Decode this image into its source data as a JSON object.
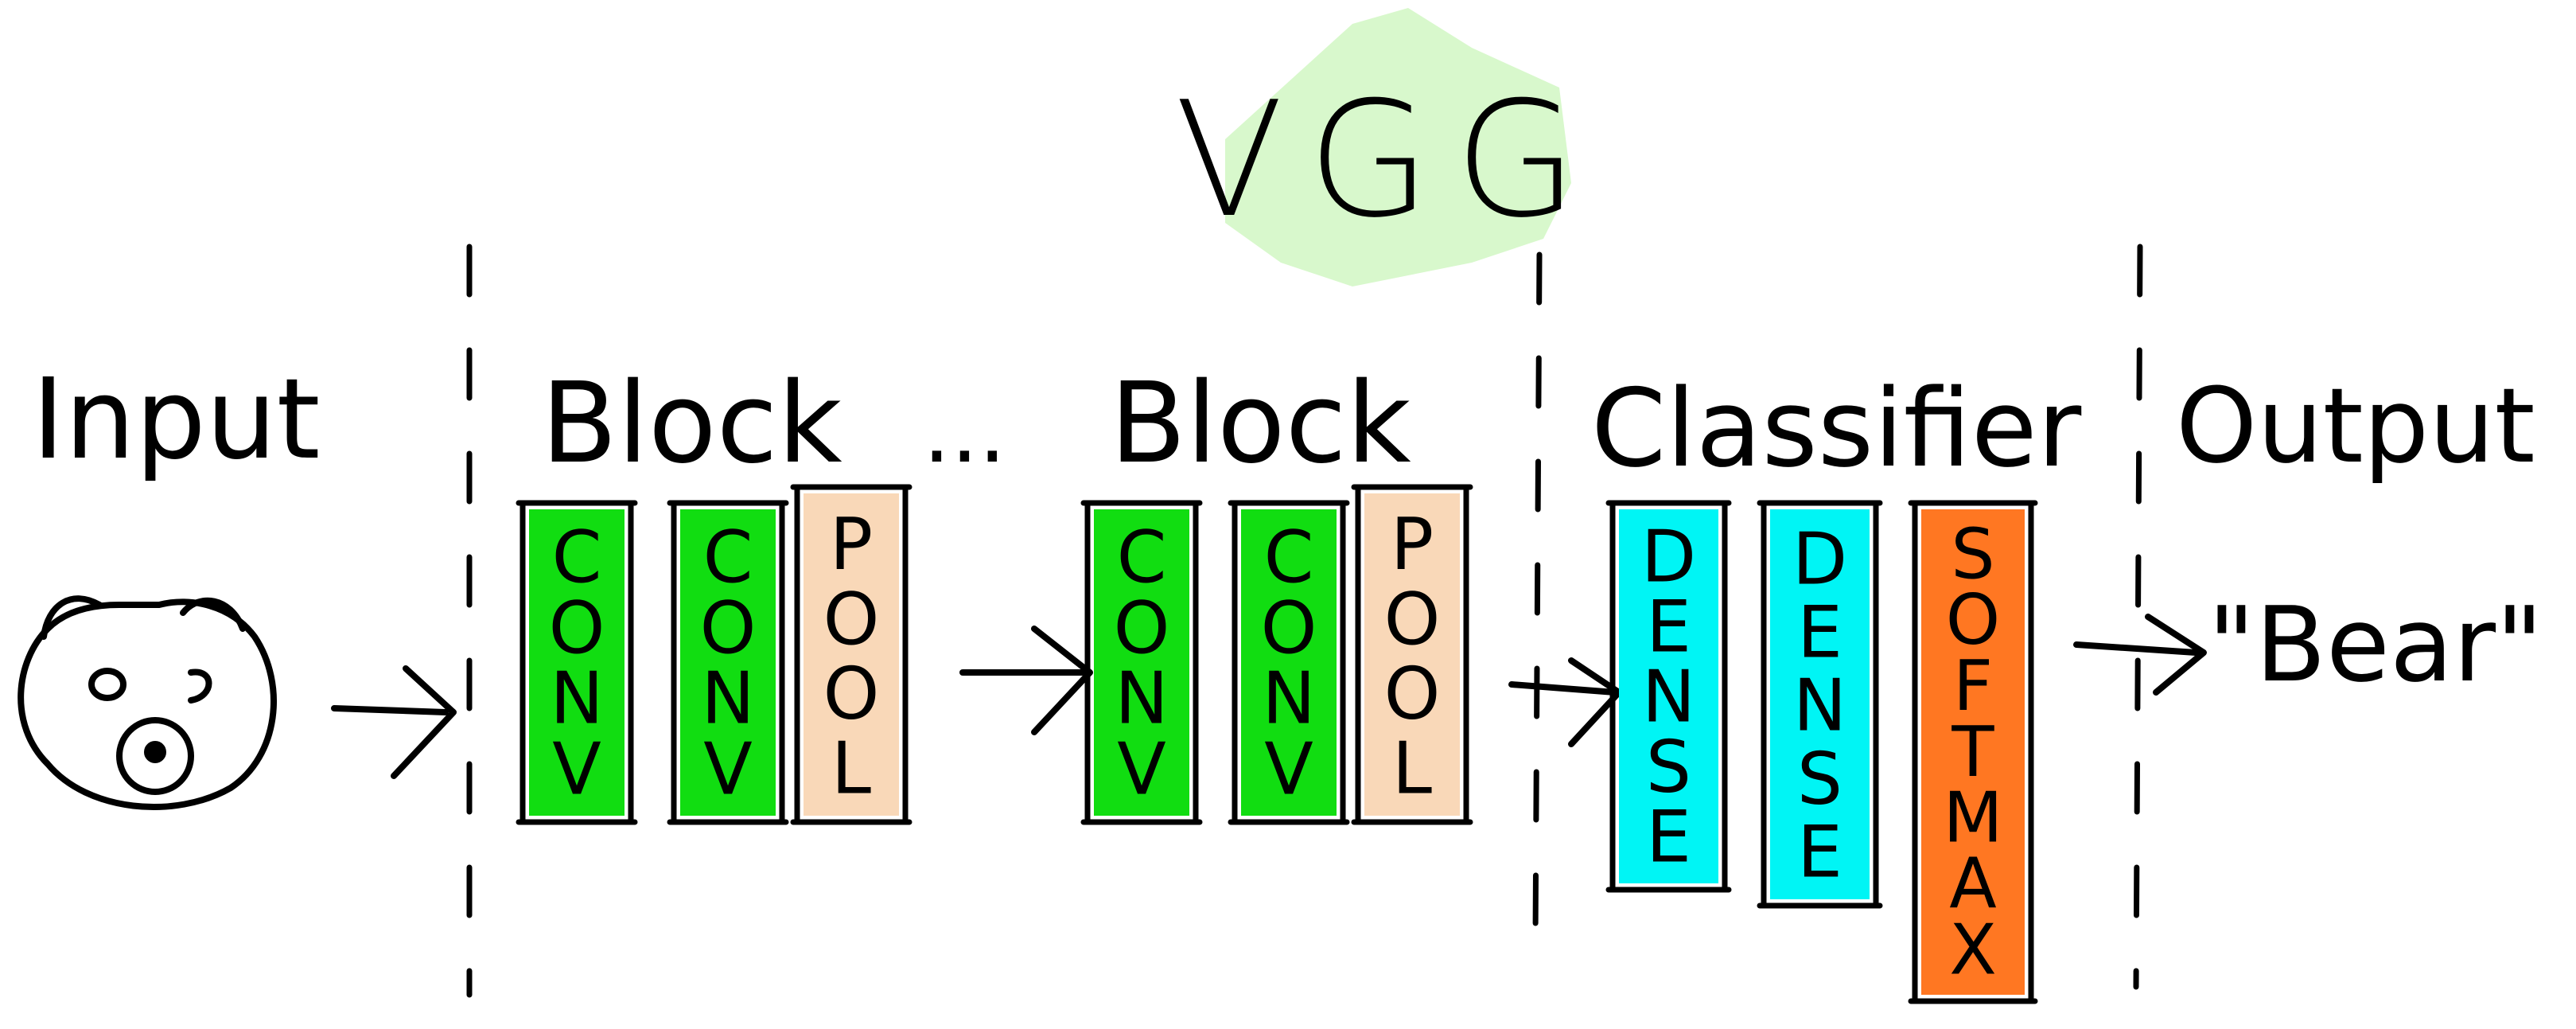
{
  "title": "VGG",
  "sections": {
    "input": "Input",
    "block1": "Block",
    "ellipsis": "...",
    "block2": "Block",
    "classifier": "Classifier",
    "output": "Output"
  },
  "layers": {
    "conv": "CONV",
    "pool": "POOL",
    "dense": "DENSE",
    "softmax": "SOFTMAX"
  },
  "output_value": "\"Bear\"",
  "colors": {
    "title_highlight": "#d8f8cc",
    "conv": "#11dd11",
    "pool": "#f9d8b8",
    "dense": "#00f5f5",
    "softmax": "#ff7722",
    "ink": "#000000"
  },
  "icons": [
    "bear-face-icon",
    "arrow-icon"
  ]
}
